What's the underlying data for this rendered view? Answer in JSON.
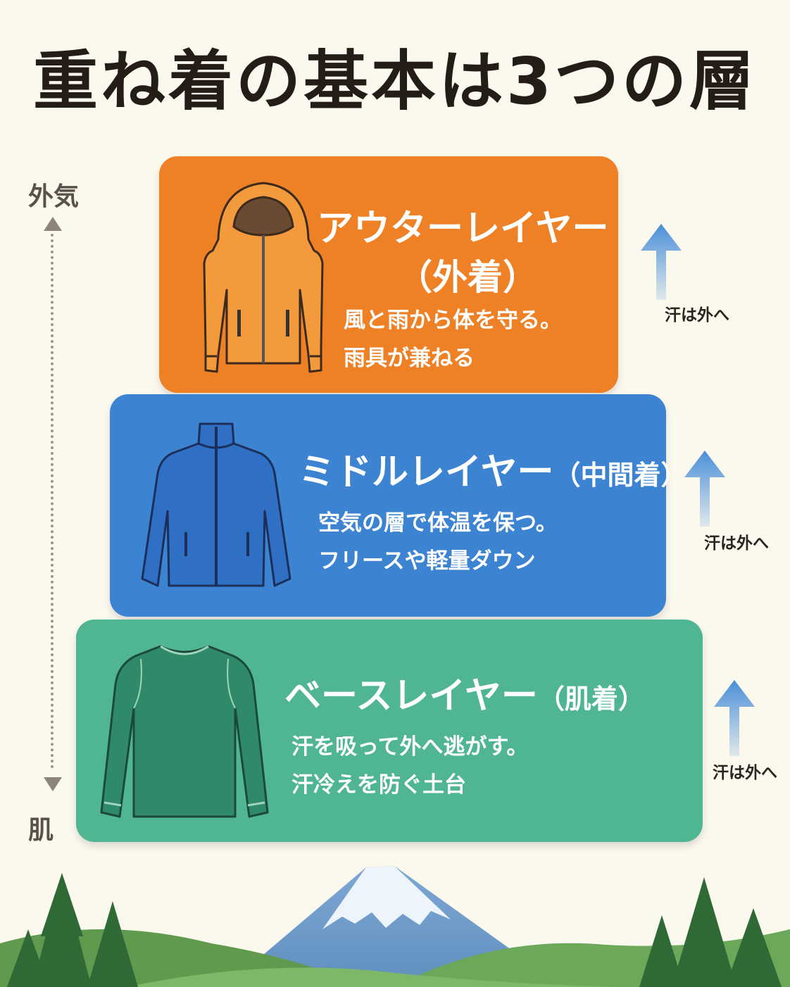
{
  "title": "重ね着の基本は3つの層",
  "axis": {
    "top_label": "外気",
    "bottom_label": "肌"
  },
  "layers": [
    {
      "name": "アウターレイヤー",
      "sub": "（外着）",
      "desc_line1": "風と雨から体を守る。",
      "desc_line2": "雨具が兼ねる",
      "color": "#ee8126",
      "icon": "hooded-jacket-icon"
    },
    {
      "name": "ミドルレイヤー",
      "sub": "（中間着）",
      "desc_line1": "空気の層で体温を保つ。",
      "desc_line2": "フリースや軽量ダウン",
      "color": "#3c84d2",
      "icon": "fleece-jacket-icon"
    },
    {
      "name": "ベースレイヤー",
      "sub": "（肌着）",
      "desc_line1": "汗を吸って外へ逃がす。",
      "desc_line2": "汗冷えを防ぐ土台",
      "color": "#4fb691",
      "icon": "long-sleeve-shirt-icon"
    }
  ],
  "sweat_labels": [
    "汗は外へ",
    "汗は外へ",
    "汗は外へ"
  ],
  "arrow_color": "#4a8fd8"
}
